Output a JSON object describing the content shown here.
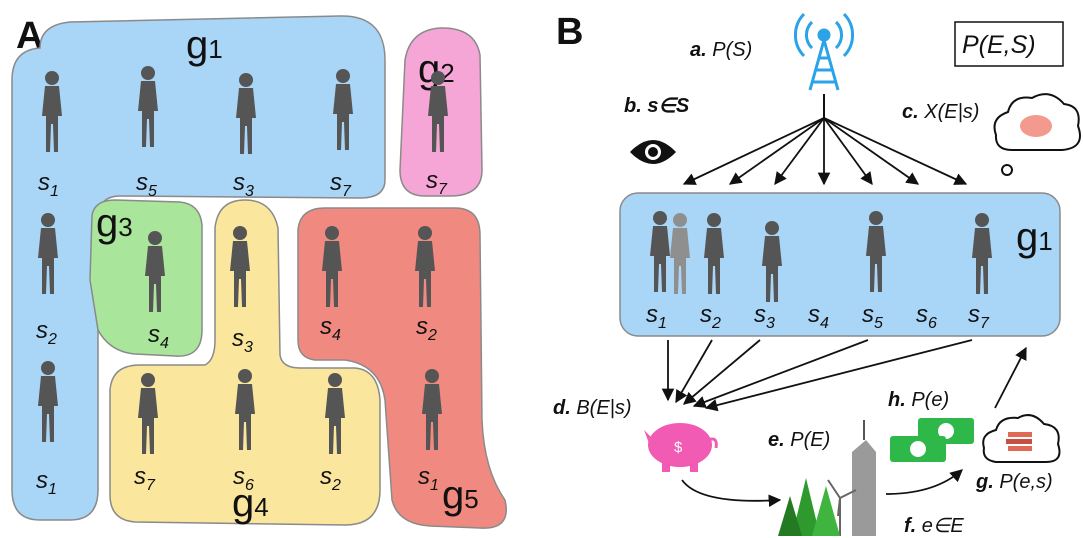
{
  "panel_a": {
    "panel_label": "A",
    "groups": {
      "g1": {
        "label": "g",
        "sub": "1"
      },
      "g2": {
        "label": "g",
        "sub": "2"
      },
      "g3": {
        "label": "g",
        "sub": "3"
      },
      "g4": {
        "label": "g",
        "sub": "4"
      },
      "g5": {
        "label": "g",
        "sub": "5"
      }
    },
    "persons": [
      {
        "base": "s",
        "sub": "1"
      },
      {
        "base": "s",
        "sub": "5"
      },
      {
        "base": "s",
        "sub": "3"
      },
      {
        "base": "s",
        "sub": "7"
      },
      {
        "base": "s",
        "sub": "7"
      },
      {
        "base": "s",
        "sub": "2"
      },
      {
        "base": "s",
        "sub": "1"
      },
      {
        "base": "s",
        "sub": "4"
      },
      {
        "base": "s",
        "sub": "3"
      },
      {
        "base": "s",
        "sub": "4"
      },
      {
        "base": "s",
        "sub": "2"
      },
      {
        "base": "s",
        "sub": "7"
      },
      {
        "base": "s",
        "sub": "6"
      },
      {
        "base": "s",
        "sub": "2"
      },
      {
        "base": "s",
        "sub": "1"
      }
    ]
  },
  "panel_b": {
    "panel_label": "B",
    "box_label": "P(E,S)",
    "a": {
      "letter": "a.",
      "text": "P(S)"
    },
    "b": {
      "letter": "b.",
      "text": "s∈S"
    },
    "c": {
      "letter": "c.",
      "text": "X(E|s)"
    },
    "d": {
      "letter": "d.",
      "text": "B(E|s)"
    },
    "e": {
      "letter": "e.",
      "text": "P(E)"
    },
    "f": {
      "letter": "f.",
      "text": "e∈E"
    },
    "g": {
      "letter": "g.",
      "text": "P(e,s)"
    },
    "h": {
      "letter": "h.",
      "text": "P(e)"
    },
    "group_label": {
      "label": "g",
      "sub": "1"
    },
    "group_members": [
      {
        "base": "s",
        "sub": "1"
      },
      {
        "base": "s",
        "sub": "2"
      },
      {
        "base": "s",
        "sub": "3"
      },
      {
        "base": "s",
        "sub": "4"
      },
      {
        "base": "s",
        "sub": "5"
      },
      {
        "base": "s",
        "sub": "6"
      },
      {
        "base": "s",
        "sub": "7"
      }
    ],
    "dollar_sign": "$",
    "colors": {
      "blue": "#a9d5f7",
      "pink": "#f5a6d6",
      "green": "#a9e59a",
      "yellow": "#fbe69d",
      "red": "#f08a80",
      "silhouette": "#555555",
      "tower": "#2aa3e8",
      "piggy": "#f25bb4",
      "money": "#2fb84a",
      "trees": "#2e9a2e"
    }
  }
}
